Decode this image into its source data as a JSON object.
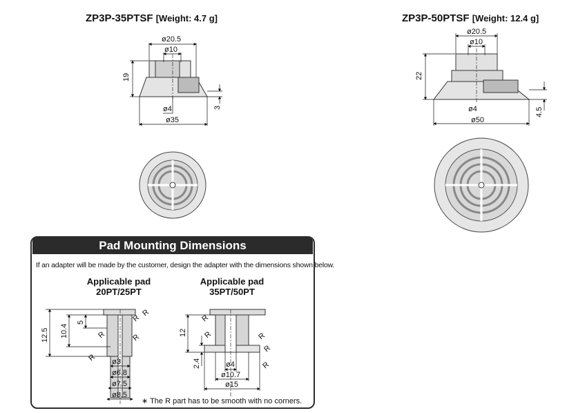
{
  "left_model": {
    "code": "ZP3P-35PTSF",
    "weight": "[Weight: 4.7 g]",
    "dims": {
      "d_outer_top": "ø20.5",
      "d_bore": "ø10",
      "height": "19",
      "lip": "3",
      "d_hole": "ø4",
      "d_pad": "ø35"
    }
  },
  "right_model": {
    "code": "ZP3P-50PTSF",
    "weight": "[Weight: 12.4 g]",
    "dims": {
      "d_outer_top": "ø20.5",
      "d_bore": "ø10",
      "height": "22",
      "lip": "4.5",
      "d_hole": "ø4",
      "d_pad": "ø50"
    }
  },
  "mounting": {
    "title": "Pad Mounting Dimensions",
    "note": "If an adapter will be made by the customer, design the adapter with the dimensions shown below.",
    "left_pad": {
      "line1": "Applicable pad",
      "line2": "20PT/25PT",
      "dims": {
        "h_total": "12.5",
        "h_mid": "10.4",
        "h_top": "5",
        "d1": "ø3",
        "d2": "ø6.8",
        "d3": "ø7.5",
        "d4": "ø8.5",
        "r": "R"
      }
    },
    "right_pad": {
      "line1": "Applicable pad",
      "line2": "35PT/50PT",
      "dims": {
        "h_top": "12",
        "h_bottom": "2.4",
        "d1": "ø4",
        "d2": "ø10.7",
        "d3": "ø15",
        "r": "R"
      }
    },
    "footnote": "∗ The R part has to be smooth with no corners."
  }
}
